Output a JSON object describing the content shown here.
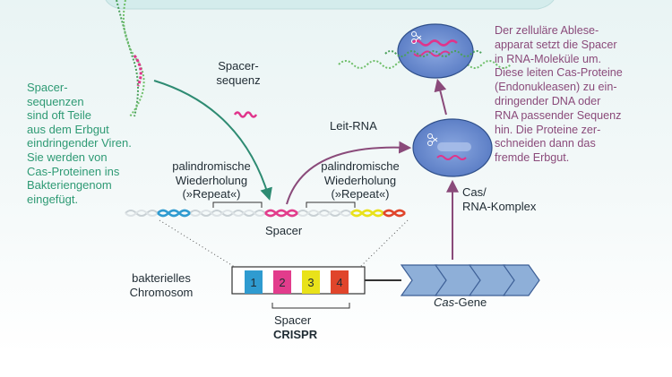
{
  "labels": {
    "spacer_origin": "Spacer-\nsequenzen\nsind oft Teile\naus dem Erbgut\neindringender Viren.\nSie werden von\nCas-Proteinen ins\nBakteriengenom\neingefügt.",
    "explanation": "Der zelluläre Ablese-\napparat setzt die Spacer\nin RNA-Moleküle um.\nDiese leiten Cas-Proteine\n(Endonukleasen) zu ein-\ndringender DNA oder\nRNA passender Sequenz\nhin. Die Proteine zer-\nschneiden dann das\nfremde Erbgut.",
    "spacer_sequence": "Spacer-\nsequenz",
    "leit_rna": "Leit-RNA",
    "repeat_left": "palindromische\nWiederholung\n(»Repeat«)",
    "repeat_right": "palindromische\nWiederholung\n(»Repeat«)",
    "spacer_in_dna": "Spacer",
    "cas_complex": "Cas/\nRNA-Komplex",
    "chromosome": "bakterielles\nChromosom",
    "spacer_bottom": "Spacer",
    "crispr": "CRISPR",
    "cas_genes_italic": "Cas",
    "cas_genes_rest": "-Gene"
  },
  "spacer_boxes": [
    "1",
    "2",
    "3",
    "4"
  ],
  "colors": {
    "green_text": "#2e9a74",
    "purple_text": "#8a4a7a",
    "spacer_1": "#2f9bd0",
    "spacer_2": "#e23c8c",
    "spacer_3": "#e9e21a",
    "spacer_4": "#e0452b",
    "cas_gene": "#8eafd8",
    "complex_cell": "#6f8fd0"
  },
  "icons": {
    "scissors": "scissors-icon",
    "arrow": "arrow-icon"
  }
}
